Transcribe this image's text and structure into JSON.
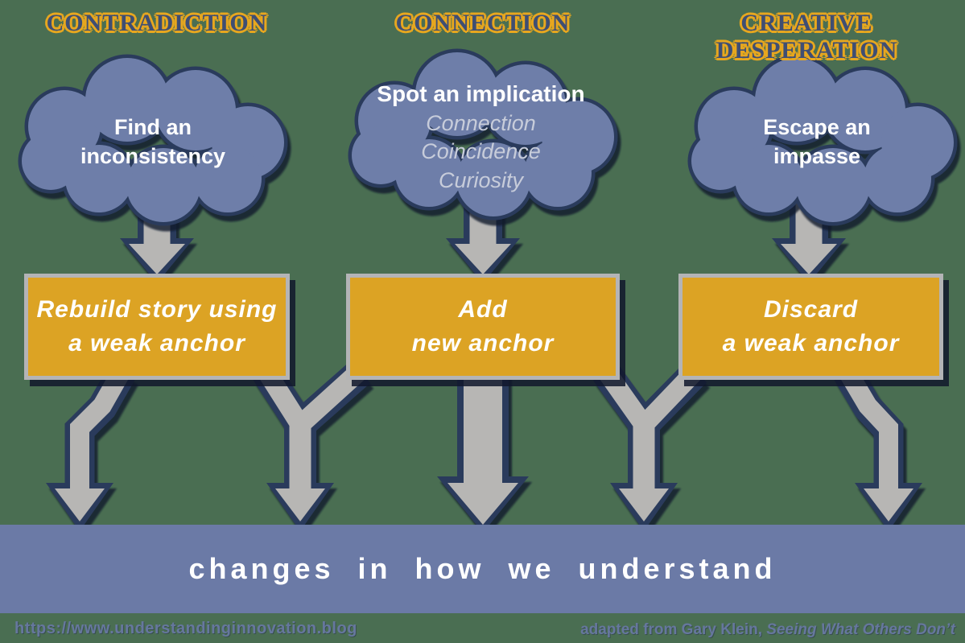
{
  "colors": {
    "background_green": "#4a6e52",
    "cloud_blue": "#6e7ea9",
    "outline_navy": "#2c3a5c",
    "gold": "#dca324",
    "arrow_gray": "#b7b6b4",
    "bar_blue": "#6b7aa6",
    "heading_navy": "#3f4e73",
    "heading_gold_outline": "#e7a71f",
    "box_border_gray": "#b4b4b6",
    "footer_blue": "#66779e",
    "cloud_subtext_gray": "#c7ccda"
  },
  "columns": [
    {
      "heading": "CONTRADICTION",
      "cloud_lines": [
        "Find an",
        "inconsistency"
      ],
      "box_lines": [
        "Rebuild story using",
        "a weak anchor"
      ]
    },
    {
      "heading": "CONNECTION",
      "cloud_title": "Spot an implication",
      "cloud_sub": [
        "Connection",
        "Coincidence",
        "Curiosity"
      ],
      "box_lines": [
        "Add",
        "new anchor"
      ]
    },
    {
      "heading": "CREATIVE DESPERATION",
      "cloud_lines": [
        "Escape an",
        "impasse"
      ],
      "box_lines": [
        "Discard",
        "a weak anchor"
      ]
    }
  ],
  "outcome_bar": {
    "label": "changes in how we understand"
  },
  "footer": {
    "left_url": "https://www.understandinginnovation.blog",
    "right_prefix": "adapted from Gary Klein, ",
    "right_book_title": "Seeing What Others Don’t"
  }
}
